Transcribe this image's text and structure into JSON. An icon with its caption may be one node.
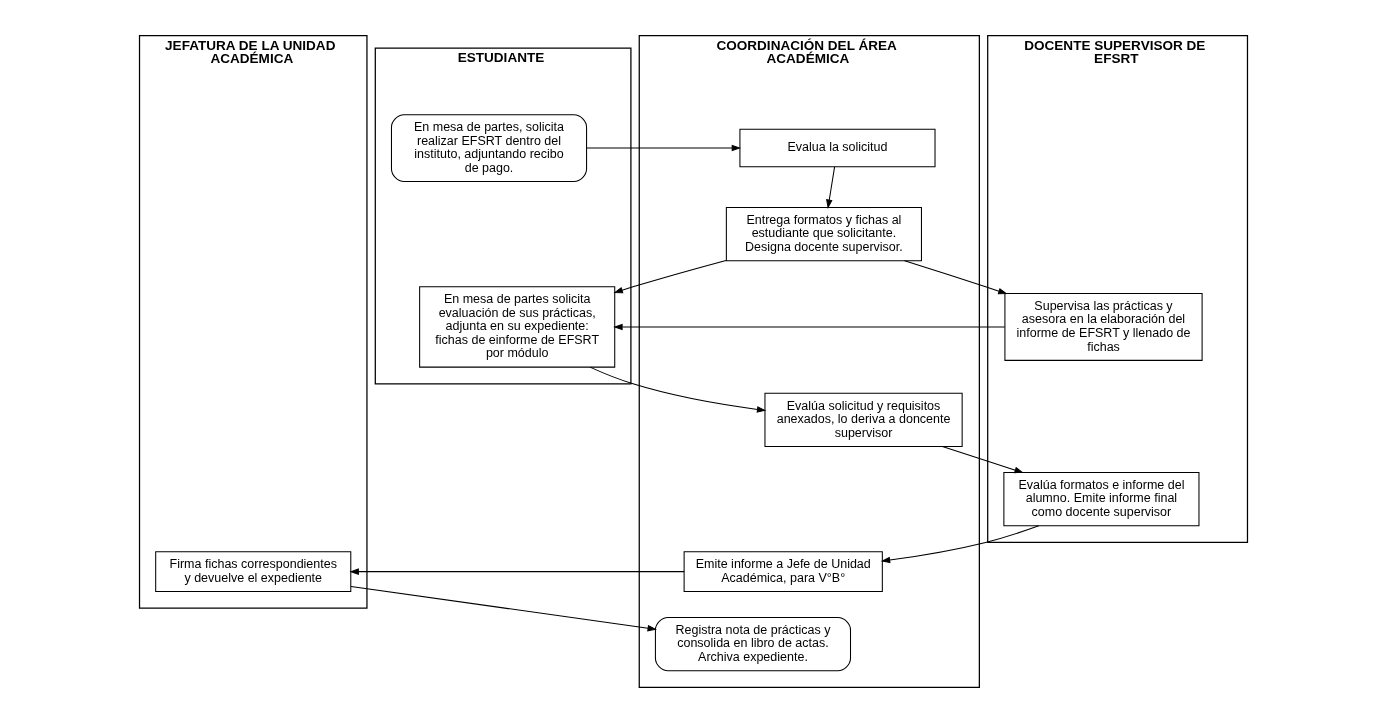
{
  "diagram": {
    "nodes": [
      {
        "text": [
          "JEFATURA DE LA UNIDAD ACADÉMICA"
        ]
      },
      {
        "text": [
          "COORDINACIÓN DEL ÁREA ACADÉMICA"
        ]
      },
      {
        "text": [
          "DOCENTE SUPERVISOR DE EFSRT"
        ]
      },
      {
        "text": [
          "ESTUDIANTE"
        ]
      },
      {
        "text": [
          "En mesa de partes, solicita realizar EFSRT dentro del instituto, adjuntando recibo de pago."
        ],
        "in": 3
      },
      {
        "text": [
          "Evalua la solicitud"
        ],
        "in": 1
      },
      {
        "text": [
          "Entrega formatos y fichas al estudiante que solicitante. Designa docente supervisor."
        ],
        "in": 1
      },
      {
        "text": [
          "Supervisa las prácticas y asesora en la elaboración del informe de EFSRT y llenado de fichas"
        ],
        "in": 2
      },
      {
        "text": [
          "En mesa de partes solicita evaluación de sus prácticas, adjunta en su expediente: fichas de einforme de EFSRT por módulo"
        ],
        "in": 3
      },
      {
        "text": [
          "Evalúa solicitud y requisitos anexados, lo deriva a doncente supervisor"
        ],
        "in": 1
      },
      {
        "text": [
          "Evalúa formatos e informe del alumno. Emite informe final como docente supervisor"
        ],
        "in": 2
      },
      {
        "text": [
          "Firma fichas correspondientes y devuelve el expediente"
        ],
        "in": 0
      },
      {
        "text": [
          "Emite informe a Jefe de Unidad Académica, para V°B°"
        ],
        "in": 1
      },
      {
        "text": [
          "Registra nota de prácticas y consolida en libro de actas. Archiva expediente."
        ],
        "in": 1
      }
    ],
    "edges": [
      {
        "from": 4,
        "to": 5,
        "arrow": "to"
      },
      {
        "from": 5,
        "to": 6,
        "arrow": "to"
      },
      {
        "from": 6,
        "to": 7,
        "arrow": "to"
      },
      {
        "from": 6,
        "to": 8,
        "arrow": "to"
      },
      {
        "from": 7,
        "to": 8,
        "arrow": "to"
      },
      {
        "from": 8,
        "to": 9,
        "arrow": "to"
      },
      {
        "from": 9,
        "to": 10,
        "arrow": "to"
      },
      {
        "from": 10,
        "to": 12,
        "arrow": "to"
      },
      {
        "from": 12,
        "to": 11,
        "arrow": "to"
      },
      {
        "from": 11,
        "to": 13,
        "arrow": "to"
      }
    ]
  }
}
